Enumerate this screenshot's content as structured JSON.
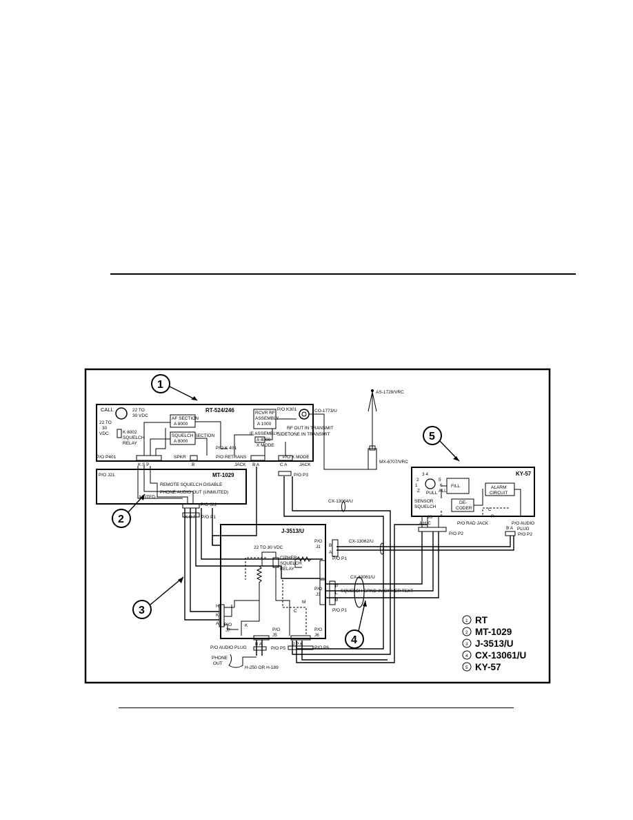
{
  "units": {
    "rt": {
      "title": "RT-524/246",
      "call": "CALL",
      "supply_a": "22 TO\n30 VDC",
      "supply_b": "22 TO\n30\nVDC",
      "relay": "K 8002\nSQUELCH\nRELAY",
      "af": "AF SECTION\nA 8000",
      "squelch": "SQUELCH SECTION\nA 8000",
      "rcvr": "RCVR RF\nASSEMBLY\nA 1000",
      "if_assy": "IF ASSEMBLY\nA 4000",
      "x_mode": "X MODE",
      "k401": "P/O K 401",
      "k301": "P/O K301",
      "rf_out": "RF OUT IN TRANSMIT",
      "sidetone": "SIDETONE IN TRANSMIT",
      "co": "CO-1773/U",
      "p401": "P/O P401",
      "spkr": "SPKR",
      "retrans": "P/O RETRANS\nJACK",
      "x_mode_jack": "P/O X MODE\nJACK",
      "p3": "P/O P3",
      "pins_p401": "K  S  P",
      "pin_b": "B",
      "pins_ba": "B  A",
      "pins_c": "C  A"
    },
    "mt": {
      "title": "MT-1029",
      "j21": "P/O J21",
      "remote": "REMOTE SQUELCH DISABLE",
      "phone_audio": "PHONE AUDIO OUT (UNMUTED)",
      "muted": "MUTED",
      "j22": "P/O J22",
      "p1": "P/O P1",
      "pins": "K  H  P"
    },
    "j3513": {
      "title": "J-3513/U",
      "supply": "22 TO 30 VDC",
      "cipher_relay": "CIPHER\nSQUELCH\nRELAY",
      "j1": "P/O\nJ1",
      "j3": "P/O\nJ3",
      "j7": "P/O\nJ7",
      "j5": "P/O\nJ5",
      "j6": "P/O\nJ6",
      "pins_j7": "H\nK\nA",
      "pins_j5": "B  A",
      "pins_j6": "J  P  K",
      "k": "K",
      "m": "M",
      "c": "C"
    },
    "antenna": {
      "name": "AS-1729/VRC",
      "mount": "MX-6707/VRC"
    },
    "cables": {
      "cx_a": "CX-13064/U",
      "cx_b": "CX-13062/U",
      "cx_c": "CX-13061/U",
      "p1": "P/O P1",
      "p_pins": "B\nA",
      "ciphertext": "SQUELCH GRND IN CIPHER TEXT",
      "j3_pins": "P\nL\nB"
    },
    "ky": {
      "title": "KY-57",
      "dial": "3  4\n2  5\n1  6\nZ  ALL\nPULL",
      "fill": "FILL",
      "alarm": "ALARM\nCIRCUIT",
      "sensor": "SENSOR\nSQUELCH",
      "decoder": "DE-\nCODER",
      "rad_jack": "P/O RAD JACK",
      "p2": "P/O P2",
      "audio_plug": "P/O AUDIO\nPLUG",
      "p2b": "P/O P2",
      "pins_a": "A  H  C",
      "pins_b": "B  A",
      "j3": "J3",
      "c": "C",
      "p": "P"
    },
    "phone": {
      "audio_plug": "P/O AUDIO PLUG",
      "phone_out": "PHONE\nOUT",
      "handset": "H-250 OR H-189",
      "pb": "P/O P5",
      "pins": "B  A"
    }
  },
  "callouts": [
    "1",
    "2",
    "3",
    "4",
    "5"
  ],
  "legend": [
    {
      "num": "1",
      "label": "RT"
    },
    {
      "num": "2",
      "label": "MT-1029"
    },
    {
      "num": "3",
      "label": "J-3513/U"
    },
    {
      "num": "4",
      "label": "CX-13061/U"
    },
    {
      "num": "5",
      "label": "KY-57"
    }
  ]
}
